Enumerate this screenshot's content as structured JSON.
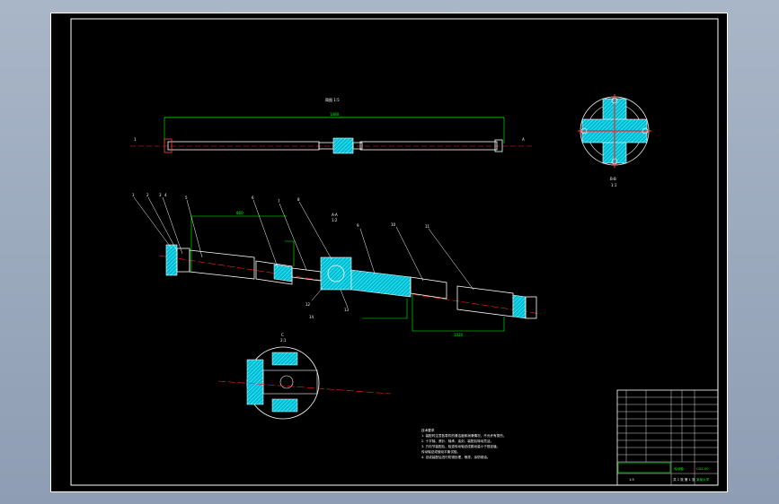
{
  "drawing": {
    "view_top_title": "简图 1:5",
    "section_main_title": "A-A",
    "section_main_scale": "1:2",
    "section_detail_title": "B-B",
    "section_detail_scale": "1:1",
    "detail_title": "C",
    "detail_scale": "2:1",
    "overall_dim_label": "1480",
    "dim_left_label": "860",
    "dim_right_label": "1020",
    "callouts": [
      "1",
      "2",
      "3",
      "4",
      "5",
      "6",
      "7",
      "8",
      "9",
      "10",
      "11",
      "12",
      "13",
      "14"
    ]
  },
  "notes": {
    "title": "技术要求",
    "lines": [
      "1. 装配时注意各零件的清洁度和润滑情况，不允许有损伤。",
      "2. 十字轴、滚针、轴承、油封、装配后转动灵活。",
      "3. 万向节装配后，检查传动轴总成跳动量小于规定值。",
      "   传动轴总成做动平衡试验。",
      "4. 总成装配后进行防锈处理，喷漆，涂防锈油。"
    ]
  },
  "titleblock": {
    "part_name": "传动轴",
    "drawing_no": "CDZ-00",
    "company": "某某大学",
    "sheet": "共 1 张 第 1 张",
    "scale": "1:5"
  },
  "colors": {
    "background": "#000000",
    "outline": "#ffffff",
    "hatch": "#00ffff",
    "centerline": "#ff2020",
    "dimension": "#00ff00",
    "highlight": "#ff4040"
  }
}
